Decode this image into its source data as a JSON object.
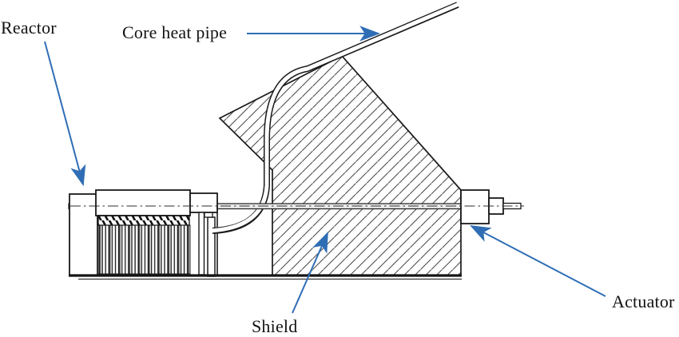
{
  "figure": {
    "type": "technical-line-diagram",
    "background": "#ffffff"
  },
  "colors": {
    "line": "#1a1a1a",
    "arrow": "#2f6eb5",
    "hatch": "#4e4e4e",
    "rod_fill": "#ebebeb"
  },
  "labels": {
    "reactor": "Reactor",
    "core_heat_pipe": "Core heat pipe",
    "shield": "Shield",
    "actuator": "Actuator"
  },
  "callouts": [
    {
      "text": "Reactor",
      "target": "reactor-assembly"
    },
    {
      "text": "Core heat pipe",
      "target": "core-heat-pipe"
    },
    {
      "text": "Shield",
      "target": "shield-block"
    },
    {
      "text": "Actuator",
      "target": "actuator-assembly"
    }
  ]
}
